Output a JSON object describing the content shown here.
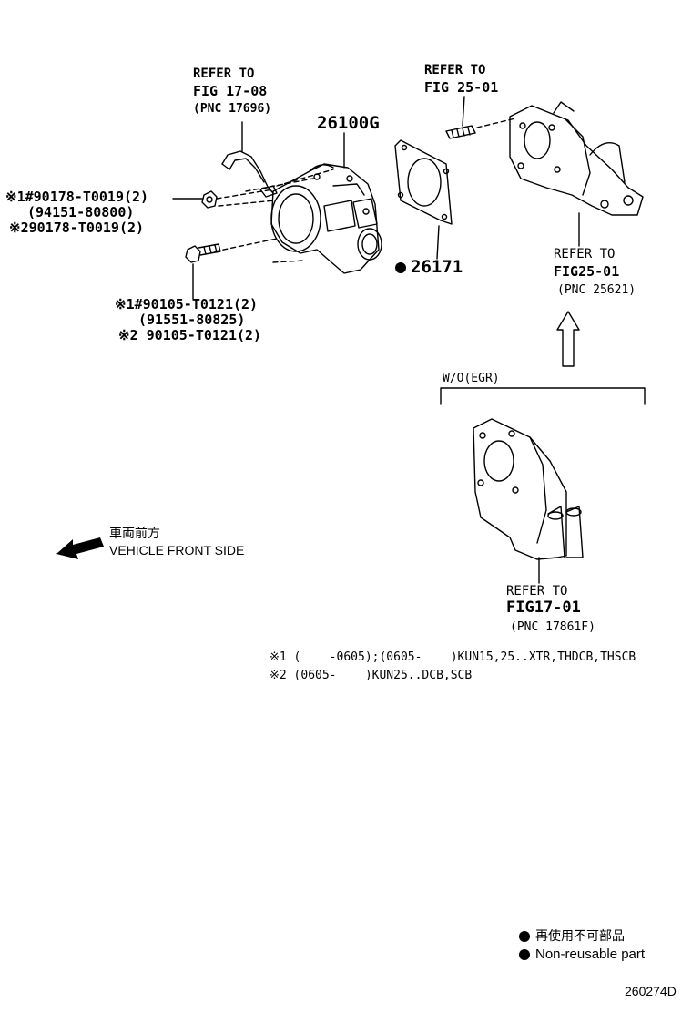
{
  "refs": {
    "top_left": {
      "line1": "REFER TO",
      "line2": "FIG 17-08",
      "line3": "(PNC 17696)"
    },
    "top_right": {
      "line1": "REFER TO",
      "line2": "FIG 25-01"
    },
    "right_mid": {
      "line1": "REFER TO",
      "line2": "FIG25-01",
      "line3": "(PNC 25621)"
    },
    "bottom": {
      "line1": "REFER TO",
      "line2": "FIG17-01",
      "line3": "(PNC 17861F)"
    }
  },
  "parts": {
    "throttle_body": "26100G",
    "gasket": "26171"
  },
  "nut": {
    "line1": "※1#90178-T0019(2)",
    "line2": "(94151-80800)",
    "line3": "※290178-T0019(2)"
  },
  "bolt": {
    "line1": "※1#90105-T0121(2)",
    "line2": "(91551-80825)",
    "line3": "※2 90105-T0121(2)"
  },
  "variant": {
    "label": "W/O(EGR)"
  },
  "direction": {
    "jp": "車両前方",
    "en": "VEHICLE FRONT SIDE"
  },
  "notes": {
    "n1": "※1 (    -0605);(0605-    )KUN15,25..XTR,THDCB,THSCB",
    "n2": "※2 (0605-    )KUN25..DCB,SCB"
  },
  "legend": {
    "jp": "再使用不可部品",
    "en": "Non-reusable part"
  },
  "diagram_code": "260274D"
}
